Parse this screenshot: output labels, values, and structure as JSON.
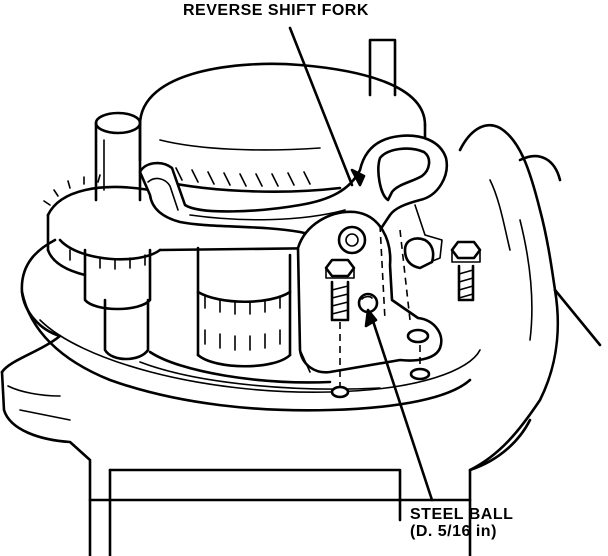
{
  "labels": {
    "reverse_shift_fork": "REVERSE SHIFT FORK",
    "steel_ball_line1": "STEEL BALL",
    "steel_ball_line2": "(D. 5/16 in)"
  },
  "colors": {
    "ink": "#000000",
    "paper": "#ffffff"
  }
}
